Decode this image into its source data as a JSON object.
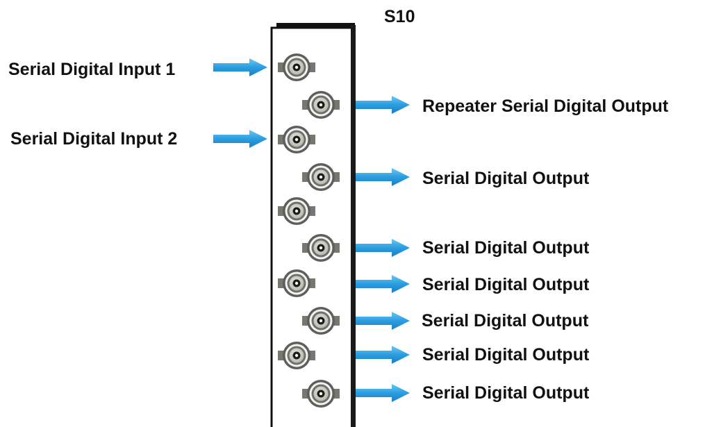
{
  "panel": {
    "title": "S10"
  },
  "inputs": [
    {
      "label": "Serial Digital Input 1"
    },
    {
      "label": "Serial Digital Input 2"
    }
  ],
  "outputs": [
    {
      "label": "Repeater Serial Digital Output"
    },
    {
      "label": "Serial Digital Output"
    },
    {
      "label": "Serial Digital Output"
    },
    {
      "label": "Serial Digital Output"
    },
    {
      "label": "Serial Digital Output"
    },
    {
      "label": "Serial Digital Output"
    },
    {
      "label": "Serial Digital Output"
    }
  ],
  "colors": {
    "arrow": "#2b9de0",
    "panel_border": "#111111",
    "connector_ring": "#6f6f6f",
    "connector_face": "#d6d6cc",
    "text": "#111111"
  },
  "icons": {
    "connector": "bnc-connector-icon",
    "arrow": "arrow-right-icon"
  }
}
